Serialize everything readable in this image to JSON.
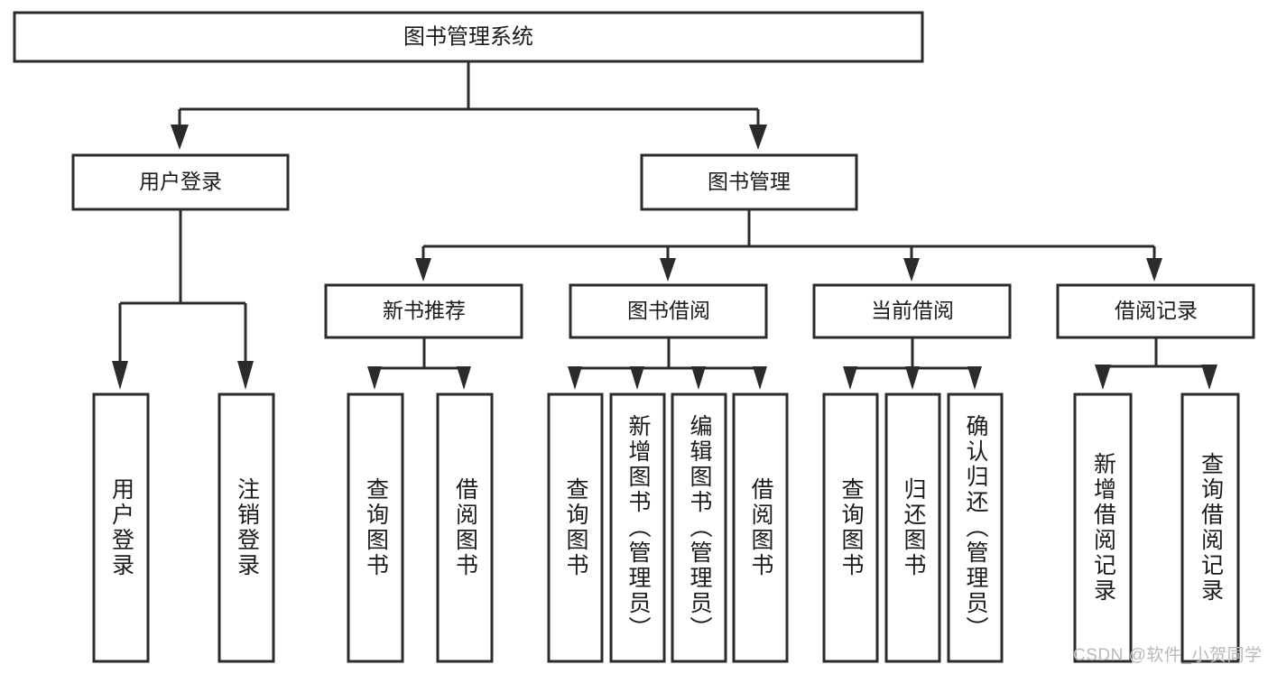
{
  "diagram": {
    "type": "tree",
    "title": "图书管理系统",
    "watermark": "CSDN @软件_小贺同学",
    "colors": {
      "box_stroke": "#2b2b2b",
      "box_fill": "#ffffff",
      "text": "#1b1b1b",
      "background": "#ffffff",
      "watermark": "#b9b9b9"
    },
    "root": {
      "label": "图书管理系统"
    },
    "level2": [
      {
        "label": "用户登录"
      },
      {
        "label": "图书管理"
      }
    ],
    "level3": [
      {
        "label": "新书推荐"
      },
      {
        "label": "图书借阅"
      },
      {
        "label": "当前借阅"
      },
      {
        "label": "借阅记录"
      }
    ],
    "leaves": {
      "user_login": [
        {
          "label": "用户登录"
        },
        {
          "label": "注销登录"
        }
      ],
      "new_book_recommend": [
        {
          "label": "查询图书"
        },
        {
          "label": "借阅图书"
        }
      ],
      "book_borrow": [
        {
          "label": "查询图书"
        },
        {
          "label": "新增图书（管理员）"
        },
        {
          "label": "编辑图书（管理员）"
        },
        {
          "label": "借阅图书"
        }
      ],
      "current_borrow": [
        {
          "label": "查询图书"
        },
        {
          "label": "归还图书"
        },
        {
          "label": "确认归还（管理员）"
        }
      ],
      "borrow_record": [
        {
          "label": "新增借阅记录"
        },
        {
          "label": "查询借阅记录"
        }
      ]
    }
  }
}
